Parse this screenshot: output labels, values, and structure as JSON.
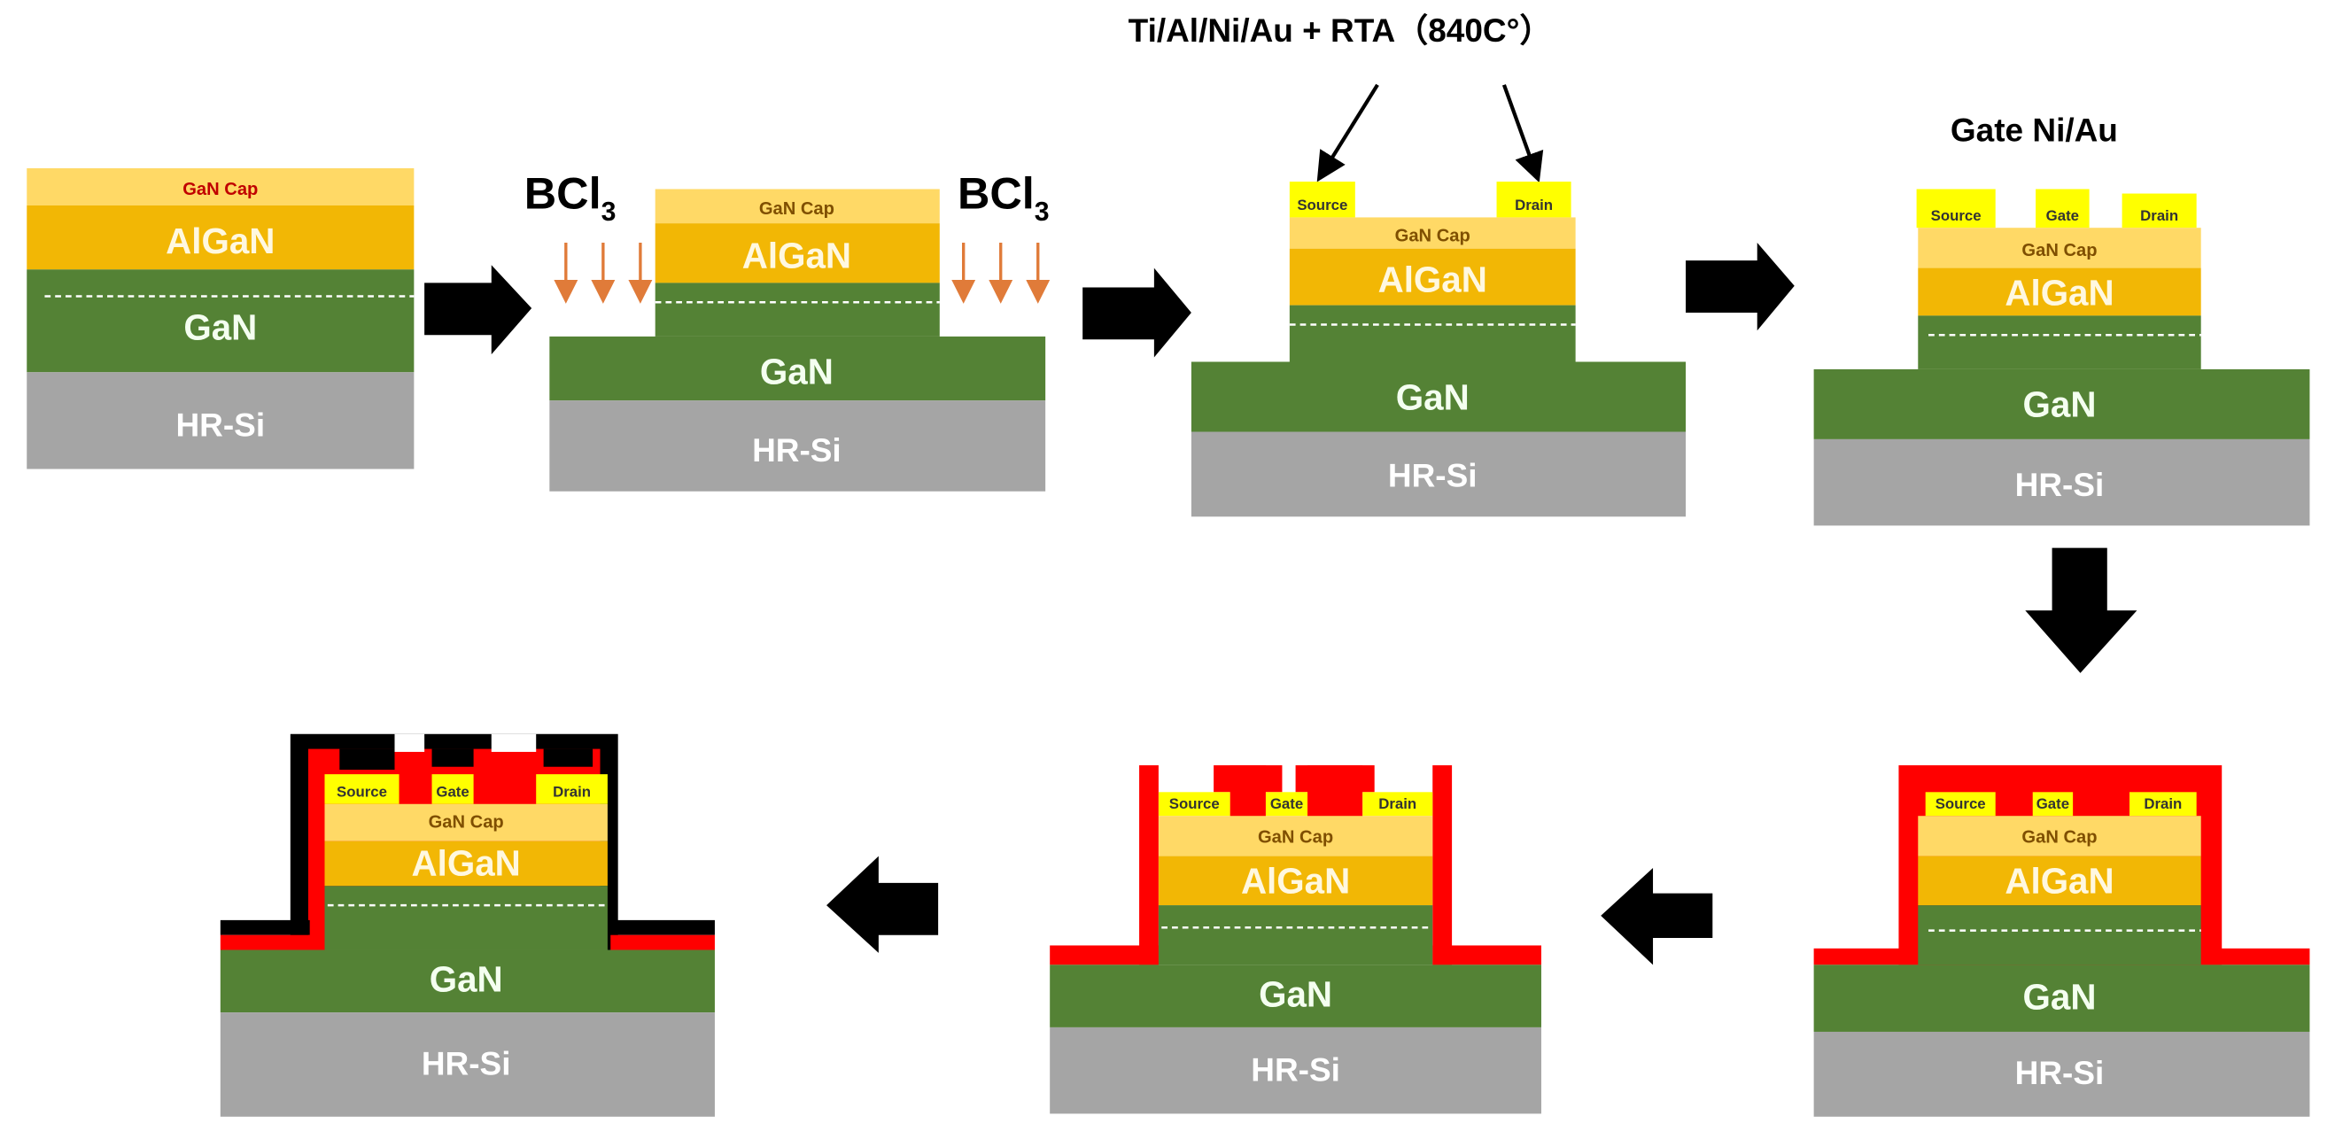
{
  "layers": {
    "gan_cap": "GaN Cap",
    "algan": "AlGaN",
    "gan": "GaN",
    "hr_si": "HR-Si"
  },
  "contacts": {
    "source": "Source",
    "gate": "Gate",
    "drain": "Drain"
  },
  "etch_label": {
    "base": "BCl",
    "sub": "3"
  },
  "ohmic_label": "Ti/Al/Ni/Au + RTA（840C°）",
  "gate_label": "Gate   Ni/Au",
  "colors": {
    "gan_cap": "#FFD966",
    "algan": "#F2B705",
    "gan": "#548235",
    "hr_si": "#A5A5A5",
    "contact": "#FFFF00",
    "passivation": "#FF0000",
    "top_layer": "#000000",
    "etch_arrow": "#E07B39",
    "cap_text_first": "#C00000",
    "cap_text": "#7F4F00"
  },
  "icons": [
    "arrow-right-icon",
    "arrow-down-icon",
    "arrow-left-icon"
  ]
}
